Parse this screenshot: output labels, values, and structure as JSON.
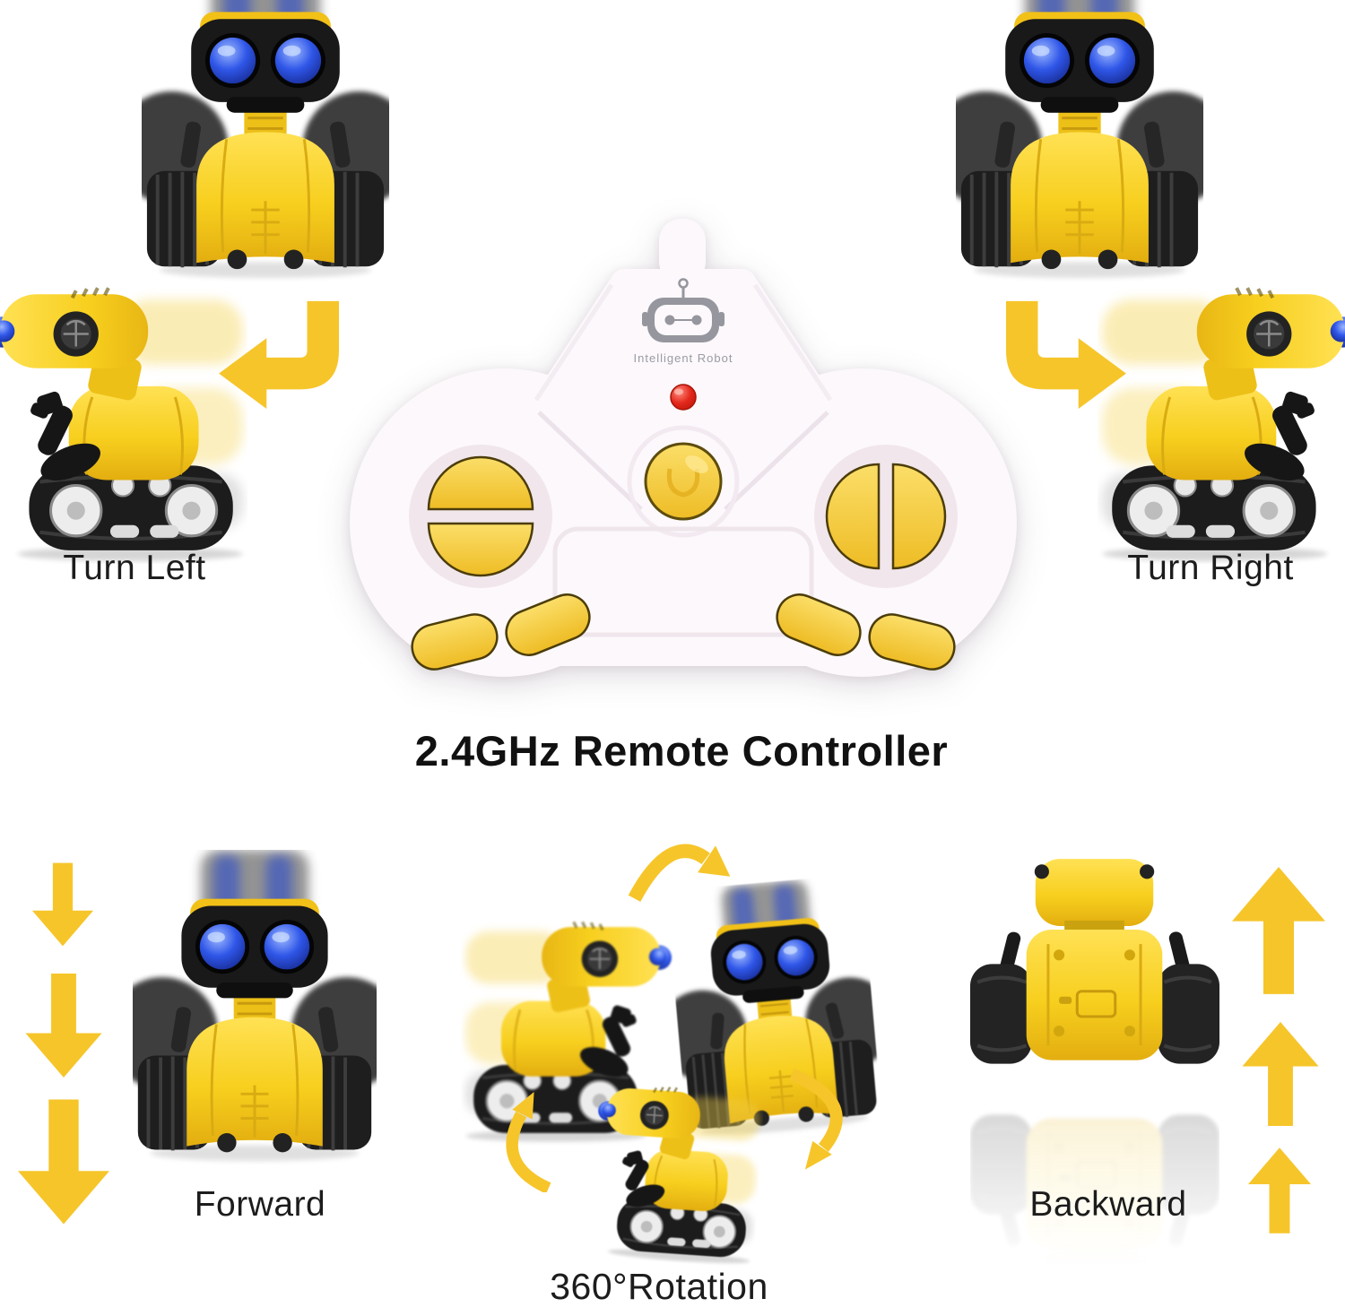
{
  "page": {
    "description": "Product feature image for a yellow tracked RC robot toy showing remote controller functions"
  },
  "sections": {
    "turn_left": {
      "label": "Turn Left"
    },
    "turn_right": {
      "label": "Turn Right"
    },
    "forward": {
      "label": "Forward"
    },
    "backward": {
      "label": "Backward"
    },
    "rotation": {
      "label": "360°Rotation"
    },
    "controller": {
      "title": "2.4GHz Remote Controller",
      "brand_label": "Intelligent Robot",
      "power_led_color": "#e3281c",
      "button_color": "#f3c735",
      "body_color": "#fcf8fb"
    }
  },
  "colors": {
    "background": "#ffffff",
    "arrow_yellow": "#f6c52a",
    "robot_yellow": "#f7cf1e",
    "tread_black": "#1e1e1e",
    "eye_blue": "#2b4fe0",
    "label_text": "#1c1c1c",
    "logo_gray": "#96969e"
  },
  "icons": [
    {
      "name": "robot-logo-icon"
    },
    {
      "name": "turn-left-elbow-arrow-icon"
    },
    {
      "name": "turn-right-elbow-arrow-icon"
    },
    {
      "name": "forward-down-arrow-icon"
    },
    {
      "name": "backward-up-arrow-icon"
    },
    {
      "name": "rotation-curved-arrow-icon"
    }
  ]
}
